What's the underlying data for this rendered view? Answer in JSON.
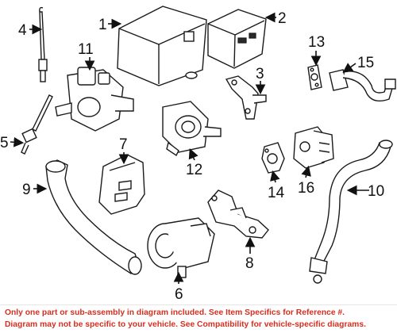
{
  "diagram": {
    "callouts": [
      {
        "id": "1",
        "label": "1"
      },
      {
        "id": "2",
        "label": "2"
      },
      {
        "id": "3",
        "label": "3"
      },
      {
        "id": "4",
        "label": "4"
      },
      {
        "id": "5",
        "label": "5"
      },
      {
        "id": "6",
        "label": "6"
      },
      {
        "id": "7",
        "label": "7"
      },
      {
        "id": "8",
        "label": "8"
      },
      {
        "id": "9",
        "label": "9"
      },
      {
        "id": "10",
        "label": "10"
      },
      {
        "id": "11",
        "label": "11"
      },
      {
        "id": "12",
        "label": "12"
      },
      {
        "id": "13",
        "label": "13"
      },
      {
        "id": "14",
        "label": "14"
      },
      {
        "id": "15",
        "label": "15"
      },
      {
        "id": "16",
        "label": "16"
      }
    ]
  },
  "disclaimer": {
    "line1": "Only one part or sub-assembly in diagram included. See Item Specifics for Reference #.",
    "line2": "Diagram may not be specific to your vehicle. See Compatibility for vehicle-specific diagrams.",
    "color": "#d62e1f"
  }
}
